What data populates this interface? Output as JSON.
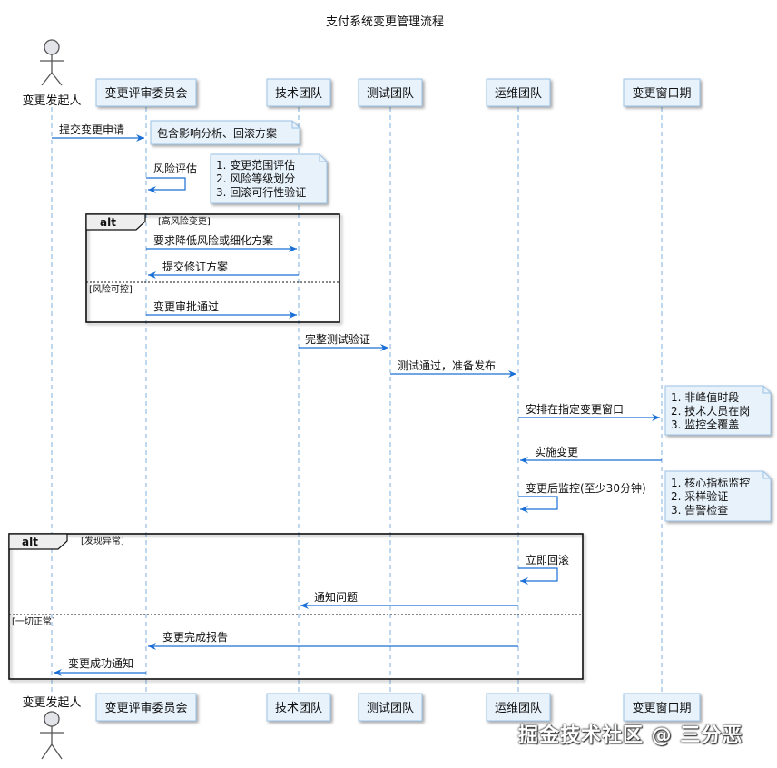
{
  "title": "支付系统变更管理流程",
  "participants": {
    "initiator": "变更发起人",
    "committee": "变更评审委员会",
    "tech": "技术团队",
    "test": "测试团队",
    "ops": "运维团队",
    "window": "变更窗口期"
  },
  "messages": {
    "m1": "提交变更申请",
    "m2": "风险评估",
    "m3": "要求降低风险或细化方案",
    "m4": "提交修订方案",
    "m5": "变更审批通过",
    "m6": "完整测试验证",
    "m7": "测试通过，准备发布",
    "m8": "安排在指定变更窗口",
    "m9": "实施变更",
    "m10": "变更后监控(至少30分钟)",
    "m11": "立即回滚",
    "m12": "通知问题",
    "m13": "变更完成报告",
    "m14": "变更成功通知"
  },
  "notes": {
    "n1": [
      "包含影响分析、回滚方案"
    ],
    "n2": [
      "1. 变更范围评估",
      "2. 风险等级划分",
      "3. 回滚可行性验证"
    ],
    "n3": [
      "1. 非峰值时段",
      "2. 技术人员在岗",
      "3. 监控全覆盖"
    ],
    "n4": [
      "1. 核心指标监控",
      "2. 采样验证",
      "3. 告警检查"
    ]
  },
  "fragments": {
    "alt1": {
      "keyword": "alt",
      "guard1": "[高风险变更]",
      "guard2": "[风险可控]"
    },
    "alt2": {
      "keyword": "alt",
      "guard1": "[发现异常]",
      "guard2": "[一切正常]"
    }
  },
  "watermark": "掘金技术社区 @ 三分恶",
  "colors": {
    "arrow": "#1a6fd6",
    "box_fill": "#e8f2fb",
    "box_stroke": "#9cc3e6",
    "lifeline": "#7fb0e0"
  }
}
